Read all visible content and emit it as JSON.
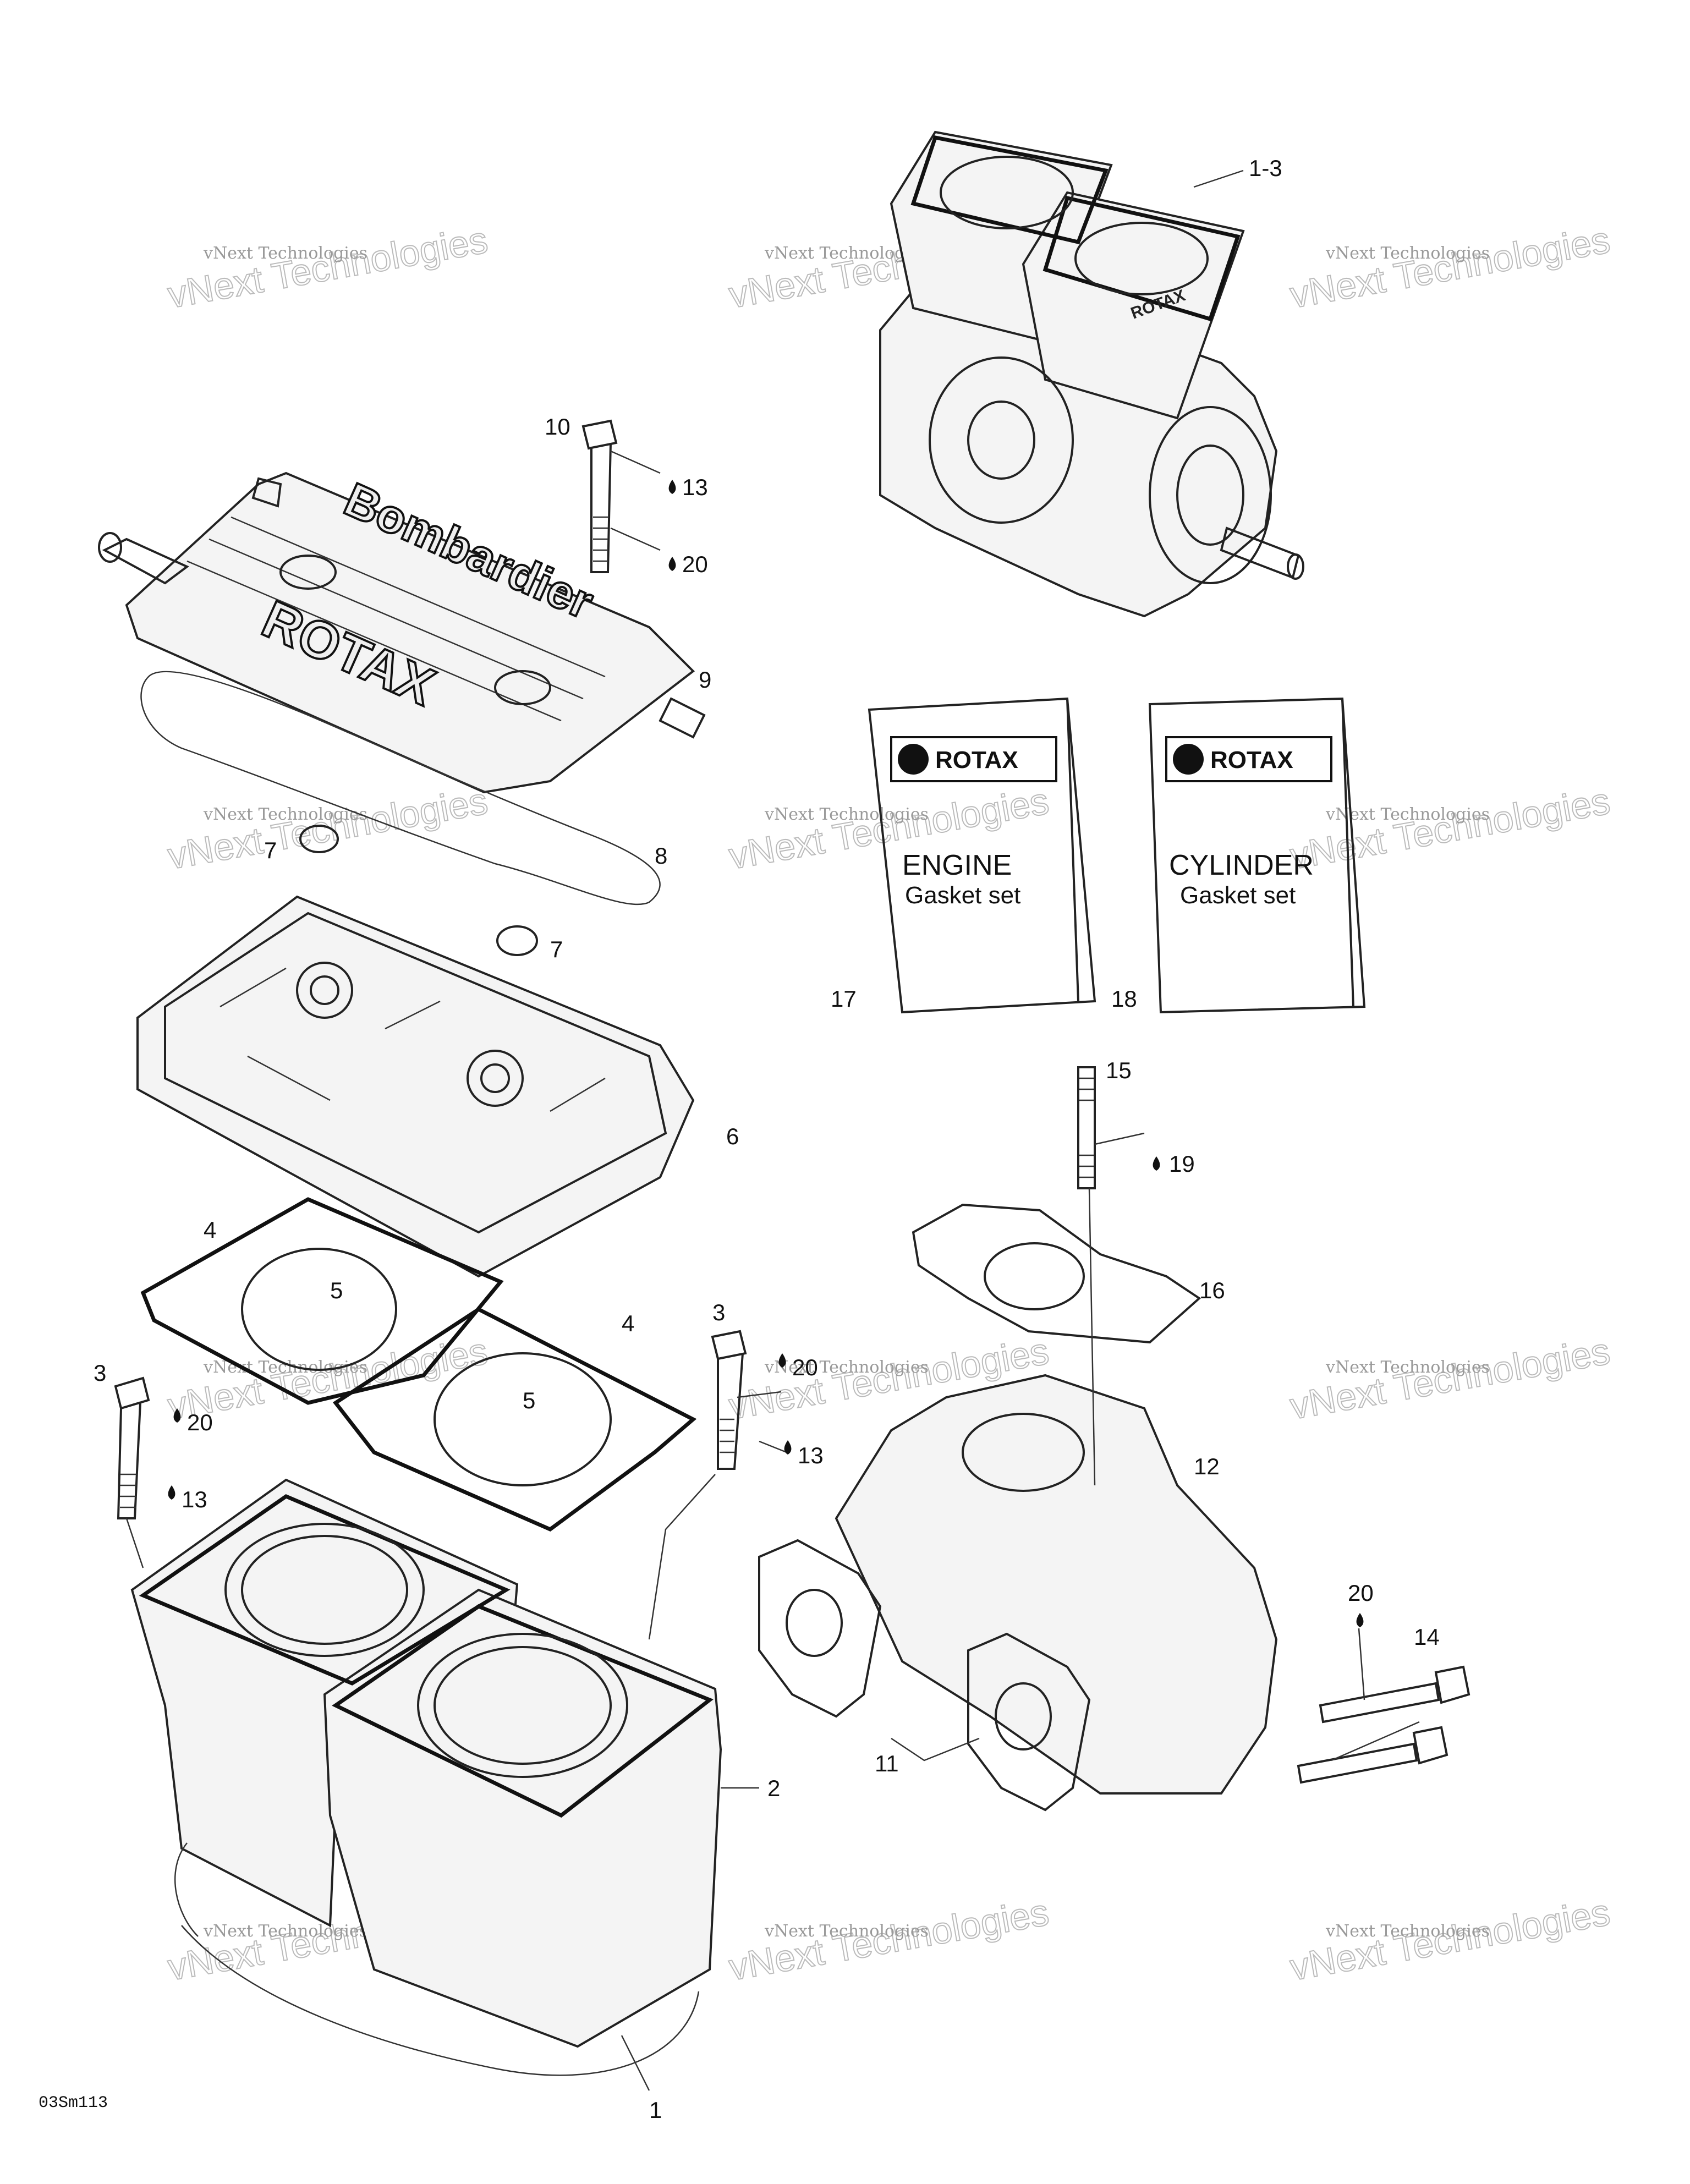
{
  "diagram_code": "03Sm113",
  "watermark": {
    "line1": "vNext Technologies",
    "line2": "vNext Technologies"
  },
  "kits": {
    "engine": {
      "brand": "ROTAX",
      "title": "ENGINE",
      "subtitle": "Gasket set",
      "ref": "17"
    },
    "cylinder": {
      "brand": "ROTAX",
      "title": "CYLINDER",
      "subtitle": "Gasket set",
      "ref": "18"
    }
  },
  "callouts": {
    "c1_3": "1-3",
    "c10": "10",
    "c13_a": "13",
    "c20_a": "20",
    "c9": "9",
    "c7_a": "7",
    "c8": "8",
    "c7_b": "7",
    "c6": "6",
    "c4_a": "4",
    "c5_a": "5",
    "c4_b": "4",
    "c5_b": "5",
    "c3_a": "3",
    "c20_b": "20",
    "c13_b": "13",
    "c3_b": "3",
    "c20_c": "20",
    "c13_c": "13",
    "c15": "15",
    "c19": "19",
    "c16": "16",
    "c12": "12",
    "c11": "11",
    "c20_d": "20",
    "c14": "14",
    "c2": "2",
    "c1": "1"
  },
  "head_lettering": {
    "top": "Bombardier",
    "bottom": "ROTAX"
  }
}
